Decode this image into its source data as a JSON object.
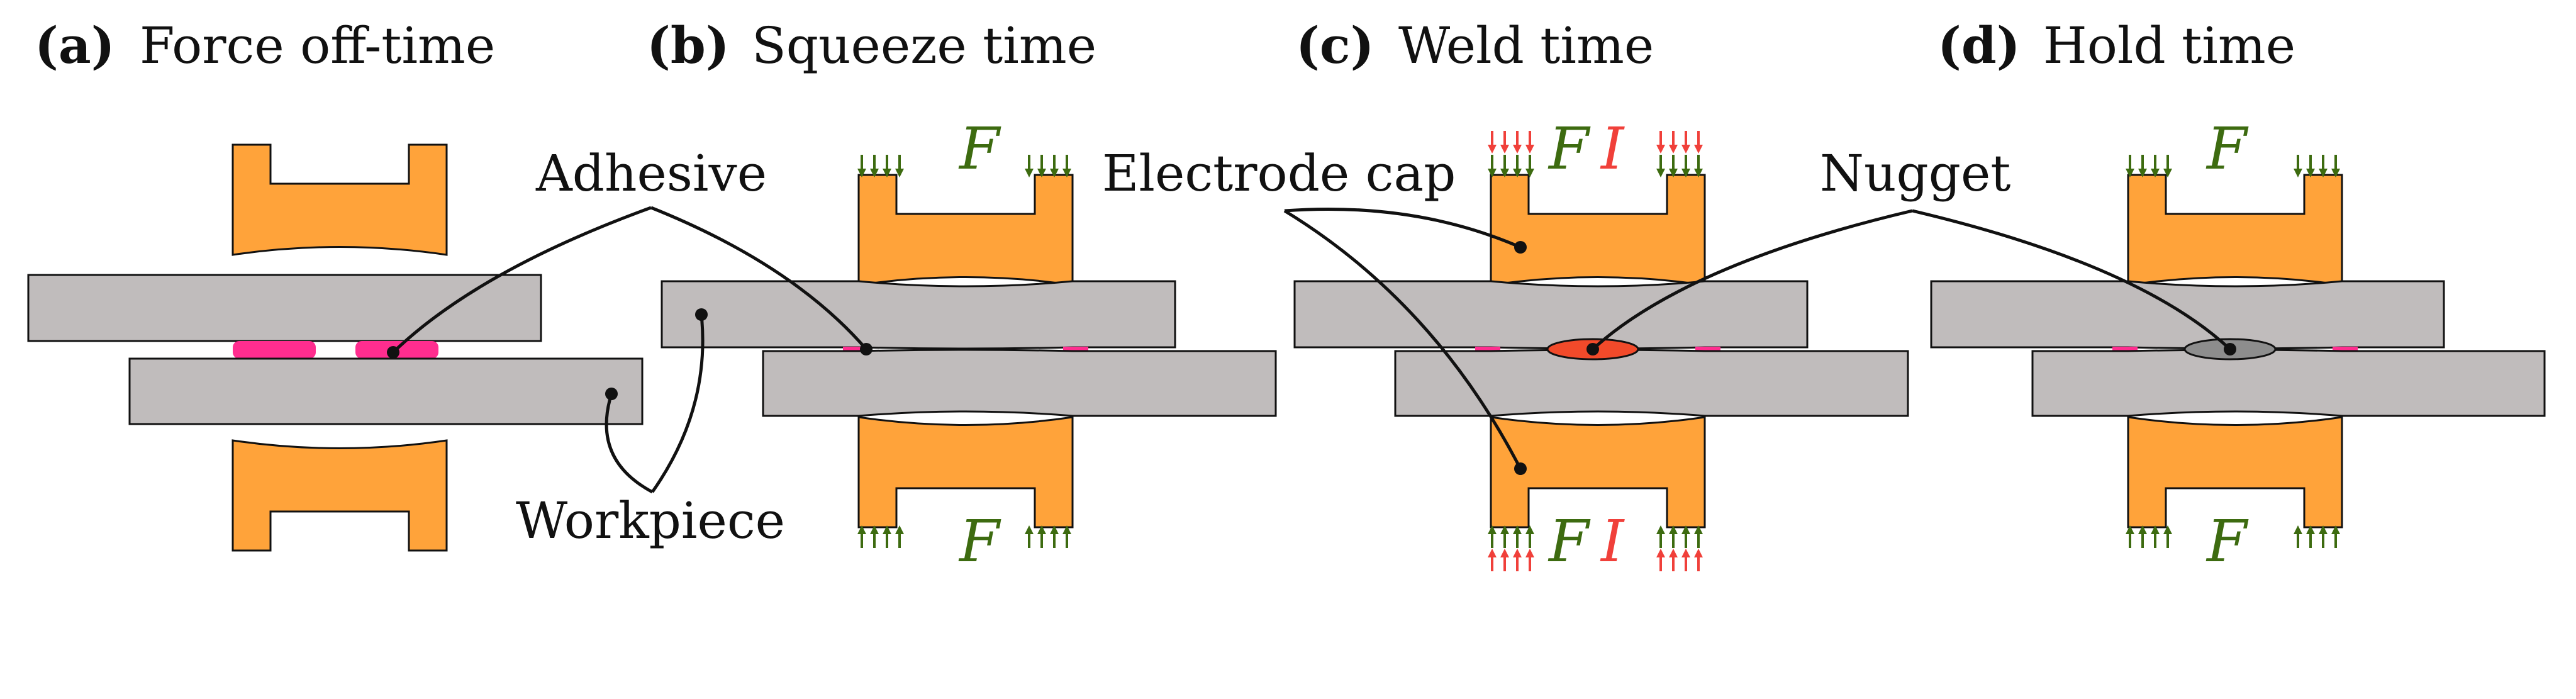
{
  "panels": [
    {
      "tag": "(a)",
      "title": "Force off-time"
    },
    {
      "tag": "(b)",
      "title": "Squeeze time"
    },
    {
      "tag": "(c)",
      "title": "Weld time"
    },
    {
      "tag": "(d)",
      "title": "Hold time"
    }
  ],
  "labels": {
    "adhesive": "Adhesive",
    "workpiece": "Workpiece",
    "electrode_cap": "Electrode cap",
    "nugget": "Nugget"
  },
  "symbols": {
    "force": "F",
    "current": "I"
  },
  "colors": {
    "electrode": "#ffa33a",
    "workpiece": "#c0bcbc",
    "adhesive": "#ff2d8f",
    "force_arrow": "#3d6b10",
    "current_arrow": "#f0403a",
    "nugget_weld": "#f24a2a",
    "nugget_hold": "#8d8d8d"
  }
}
